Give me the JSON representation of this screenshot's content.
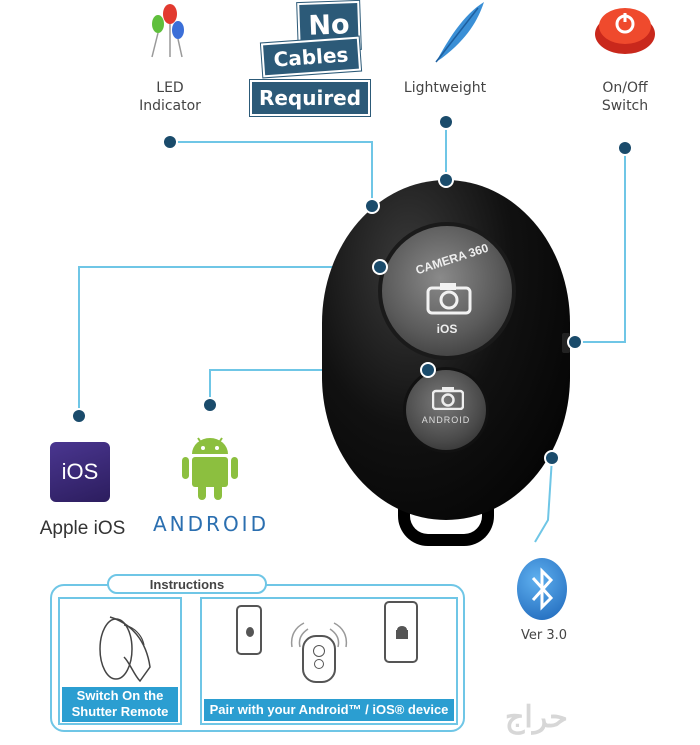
{
  "features": {
    "led": "LED\nIndicator",
    "no_cables": [
      "No",
      "Cables",
      "Required"
    ],
    "lightweight": "Lightweight",
    "onoff": "On/Off\nSwitch"
  },
  "remote": {
    "big_button_top": "CAMERA 360",
    "big_button_bottom": "iOS",
    "small_button_label": "ANDROID"
  },
  "platforms": {
    "ios_logo": "iOS",
    "ios_label": "Apple iOS",
    "android_label": "ANDROID"
  },
  "bluetooth": {
    "version": "Ver 3.0"
  },
  "instructions": {
    "title": "Instructions",
    "step1": "Switch On the\nShutter Remote",
    "step2": "Pair with your Android™ / iOS® device"
  },
  "watermark": "حراج",
  "colors": {
    "line": "#6fc6e6",
    "dot": "#1a4b6b",
    "ios_bg": "#3d2a7a",
    "android": "#8cbf3f",
    "bluetooth": "#2b7fd0"
  }
}
